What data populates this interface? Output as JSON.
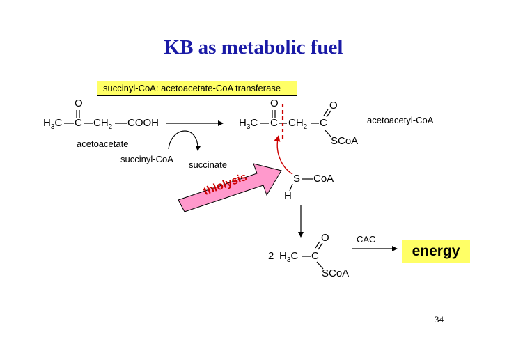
{
  "title": "KB as metabolic fuel",
  "enzyme": "succinyl-CoA: acetoacetate-CoA transferase",
  "acetoacetate": {
    "o": "O",
    "h3c": "H",
    "h3c_sub": "3",
    "h3c_c": "C",
    "c": "C",
    "ch2": "CH",
    "ch2_sub": "2",
    "cooh": "COOH",
    "name": "acetoacetate"
  },
  "succinyl_coa": "succinyl-CoA",
  "succinate": "succinate",
  "acetoacetyl_coa": {
    "h3c": "H",
    "h3c_sub": "3",
    "h3c_c": "C",
    "o1": "O",
    "c1": "C",
    "ch2": "CH",
    "ch2_sub": "2",
    "o2": "O",
    "c2": "C",
    "scoa": "SCoA",
    "name": "acetoacetyl-CoA"
  },
  "coa_sh": {
    "s": "S",
    "coa": "CoA",
    "h": "H"
  },
  "thiolysis": "thiolysis",
  "acetyl_coa": {
    "coef": "2",
    "h3c": "H",
    "h3c_sub": "3",
    "h3c_c": "C",
    "o": "O",
    "c": "C",
    "scoa": "SCoA"
  },
  "cac": "CAC",
  "energy": "energy",
  "page_number": "34",
  "colors": {
    "title": "#1a1aa6",
    "highlight": "#ffff66",
    "thiolysis_arrow": "#ff99cc",
    "thiolysis_text": "#cc0000",
    "cleavage_line": "#cc0000"
  }
}
